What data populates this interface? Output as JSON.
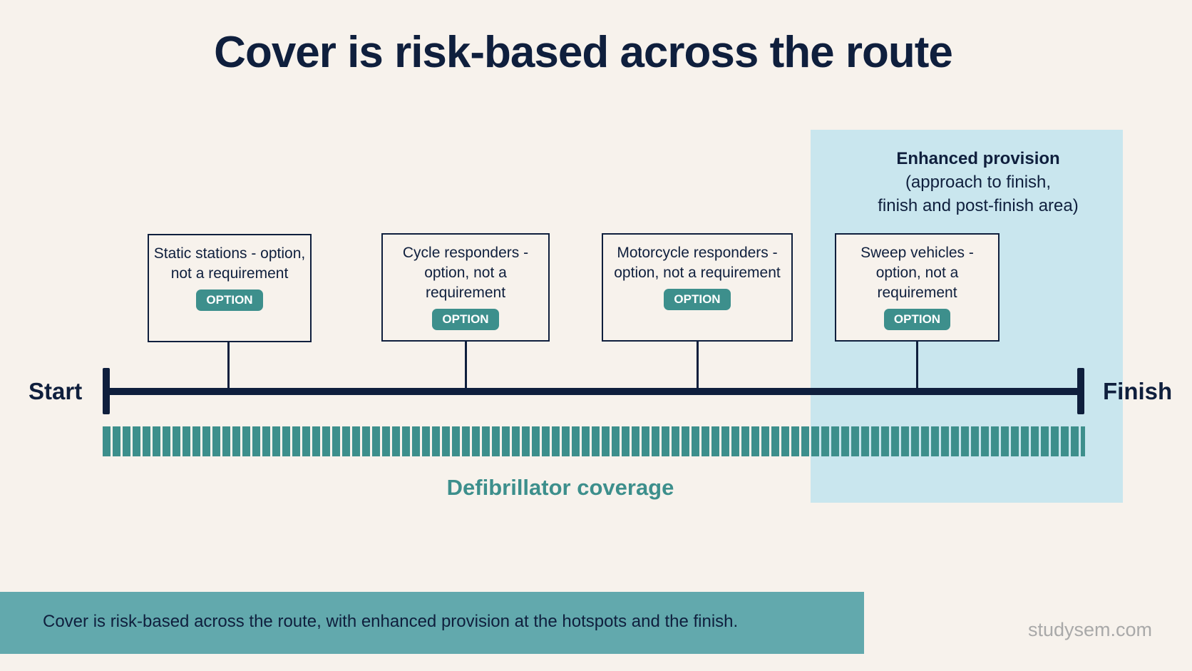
{
  "title": "Cover is risk-based across the route",
  "enhanced": {
    "heading": "Enhanced provision",
    "line1": "(approach to finish,",
    "line2": "finish and post-finish area)"
  },
  "cards": [
    {
      "label": "Static stations - option, not a requirement",
      "badge": "OPTION"
    },
    {
      "label": "Cycle responders - option, not a requirement",
      "badge": "OPTION"
    },
    {
      "label": "Motorcycle responders - option, not a requirement",
      "badge": "OPTION"
    },
    {
      "label": "Sweep vehicles - option, not a requirement",
      "badge": "OPTION"
    }
  ],
  "timeline": {
    "start": "Start",
    "finish": "Finish"
  },
  "coverage_label": "Defibrillator coverage",
  "footer": "Cover is risk-based across the route,  with  enhanced provision  at  the hotspots and the finish.",
  "watermark": "studysem.com",
  "colors": {
    "navy": "#0f1f3d",
    "teal": "#3d8f8c",
    "enhanced_zone": "#c9e6ee",
    "footer_bar": "#62a9ad",
    "background": "#f7f2ec"
  }
}
